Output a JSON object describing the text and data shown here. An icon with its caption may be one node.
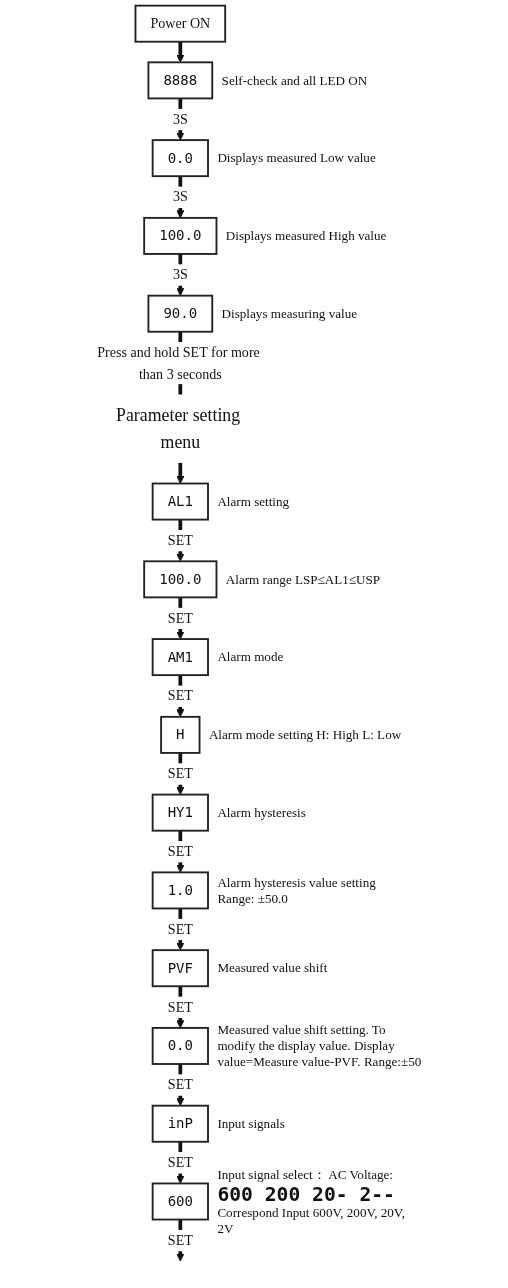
{
  "diagram": {
    "nodes": [
      {
        "text": [
          "Power ON"
        ]
      },
      {
        "text": [
          "8888"
        ],
        "beside": [
          "Self-check and all LED ON"
        ]
      },
      {
        "text": [
          "0.0"
        ],
        "beside": [
          "Displays measured Low value"
        ]
      },
      {
        "text": [
          "100.0"
        ],
        "beside": [
          "Displays measured High value"
        ]
      },
      {
        "text": [
          "90.0"
        ],
        "beside": [
          "Displays measuring value"
        ]
      },
      {
        "text": [
          "Parameter setting menu"
        ]
      },
      {
        "text": [
          "AL1"
        ],
        "beside": [
          "Alarm setting"
        ]
      },
      {
        "text": [
          "100.0"
        ],
        "beside": [
          "Alarm range  LSP≤AL1≤USP"
        ]
      },
      {
        "text": [
          "AM1"
        ],
        "beside": [
          "Alarm mode"
        ]
      },
      {
        "text": [
          "H"
        ],
        "beside": [
          "Alarm mode setting H: High L: Low"
        ]
      },
      {
        "text": [
          "HY1"
        ],
        "beside": [
          "Alarm hysteresis"
        ]
      },
      {
        "text": [
          "1.0"
        ],
        "beside": [
          "Alarm hysteresis value setting Range: ±50.0"
        ]
      },
      {
        "text": [
          "PVF"
        ],
        "beside": [
          "Measured value shift"
        ]
      },
      {
        "text": [
          "0.0"
        ],
        "beside": [
          "Measured value shift setting. To modify the display value. Display value=Measure value-PVF. Range:±50"
        ]
      },
      {
        "text": [
          "inP"
        ],
        "beside": [
          "Input signals"
        ]
      },
      {
        "text": [
          "600"
        ],
        "beside": [
          "Input signal select： AC Voltage:",
          "600 200 20- 2--",
          "Correspond Input 600V, 200V, 20V, 2V"
        ]
      }
    ],
    "edges": [
      {
        "from": 0,
        "to": 1,
        "arrow": "to"
      },
      {
        "from": 1,
        "to": 2,
        "arrow": "to",
        "label": "3S"
      },
      {
        "from": 2,
        "to": 3,
        "arrow": "to",
        "label": "3S"
      },
      {
        "from": 3,
        "to": 4,
        "arrow": "to",
        "label": "3S"
      },
      {
        "from": 4,
        "to": 5,
        "arrow": "none",
        "label": "Press and hold SET for more than 3 seconds"
      },
      {
        "from": 5,
        "to": 6,
        "arrow": "to"
      },
      {
        "from": 6,
        "to": 7,
        "arrow": "to",
        "label": "SET"
      },
      {
        "from": 7,
        "to": 8,
        "arrow": "to",
        "label": "SET"
      },
      {
        "from": 8,
        "to": 9,
        "arrow": "to",
        "label": "SET"
      },
      {
        "from": 9,
        "to": 10,
        "arrow": "to",
        "label": "SET"
      },
      {
        "from": 10,
        "to": 11,
        "arrow": "to",
        "label": "SET"
      },
      {
        "from": 11,
        "to": 12,
        "arrow": "to",
        "label": "SET"
      },
      {
        "from": 12,
        "to": 13,
        "arrow": "to",
        "label": "SET"
      },
      {
        "from": 13,
        "to": 14,
        "arrow": "to",
        "label": "SET"
      },
      {
        "from": 14,
        "to": 15,
        "arrow": "to",
        "label": "SET"
      },
      {
        "from": 15,
        "to": null,
        "arrow": "to",
        "label": "SET"
      }
    ]
  }
}
